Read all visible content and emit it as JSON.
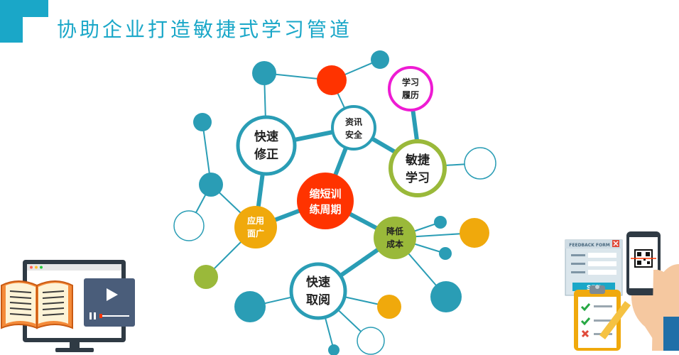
{
  "header": {
    "title": "协助企业打造敏捷式学习管道"
  },
  "colors": {
    "accent": "#1aa7c8",
    "teal": "#2a9db5",
    "red": "#ff3300",
    "green": "#9ab93a",
    "gold": "#f0a90c",
    "magenta": "#ee1bd3"
  },
  "nodes": {
    "shorten": {
      "line1": "缩短训",
      "line2": "练周期"
    },
    "fix": {
      "line1": "快速",
      "line2": "修正"
    },
    "security": {
      "line1": "资讯",
      "line2": "安全"
    },
    "resume": {
      "line1": "学习",
      "line2": "履历"
    },
    "agile": {
      "line1": "敏捷",
      "line2": "学习"
    },
    "apply": {
      "line1": "应用",
      "line2": "面广"
    },
    "cost": {
      "line1": "降低",
      "line2": "成本"
    },
    "read": {
      "line1": "快速",
      "line2": "取阅"
    }
  },
  "illustrations": {
    "feedback_form_title": "FEEDBACK FORM",
    "send_button": "SEN"
  }
}
